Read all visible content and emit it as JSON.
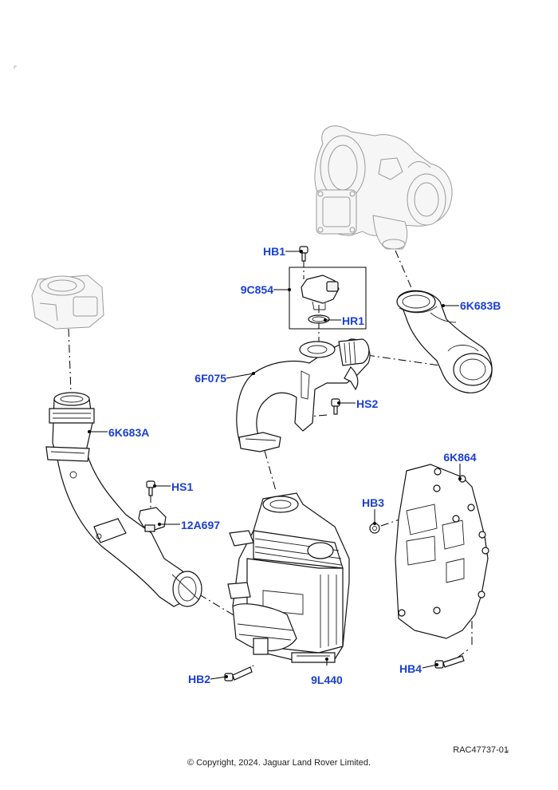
{
  "callout_color": "#1a3fd1",
  "callouts": {
    "hb1": "HB1",
    "c9c854": "9C854",
    "hr1": "HR1",
    "c6k683b": "6K683B",
    "c6f075": "6F075",
    "hs2": "HS2",
    "c6k683a": "6K683A",
    "hs1": "HS1",
    "c12a697": "12A697",
    "c6k864": "6K864",
    "hb3": "HB3",
    "hb2": "HB2",
    "c9l440": "9L440",
    "hb4": "HB4"
  },
  "footer": {
    "reference": "RAC47737-01",
    "copyright": "© Copyright, 2024. Jaguar Land Rover Limited."
  }
}
